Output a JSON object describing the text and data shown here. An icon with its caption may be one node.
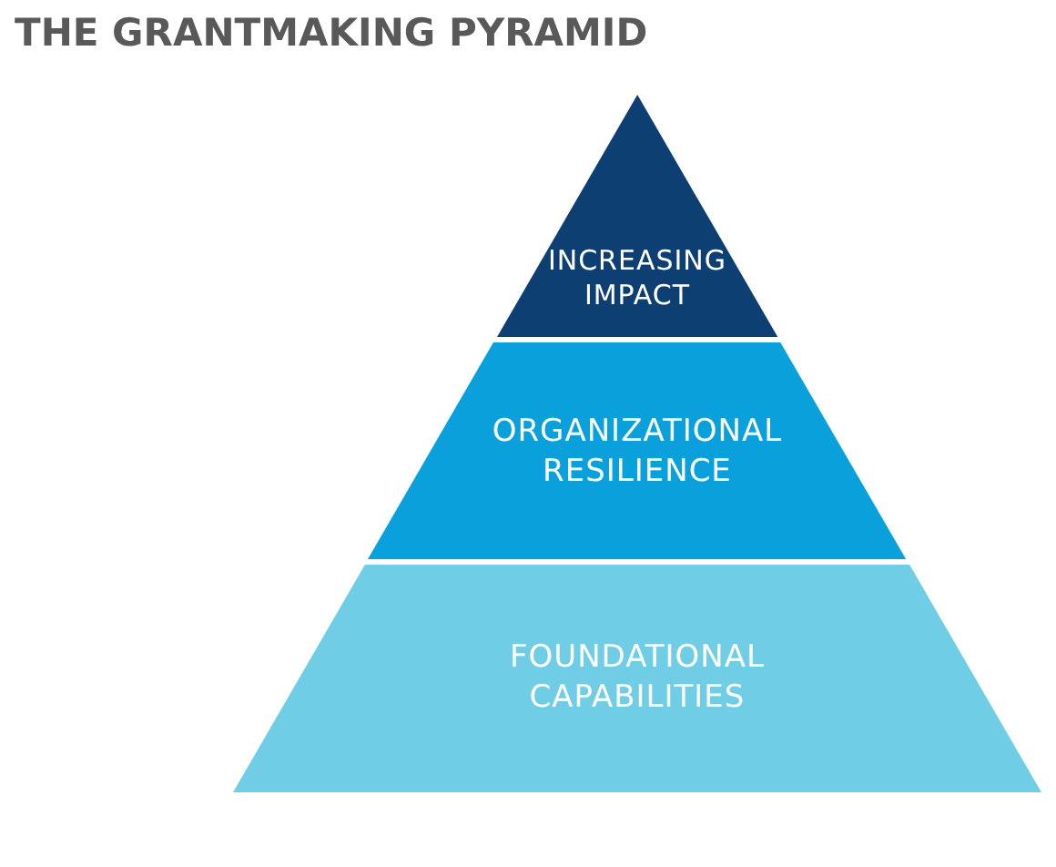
{
  "diagram": {
    "title": "THE GRANTMAKING PYRAMID",
    "nodes": [
      {
        "text": [
          "INCREASING IMPACT"
        ]
      },
      {
        "text": [
          "ORGANIZATIONAL RESILIENCE"
        ]
      },
      {
        "text": [
          "FOUNDATIONAL CAPABILITIES"
        ]
      }
    ]
  }
}
